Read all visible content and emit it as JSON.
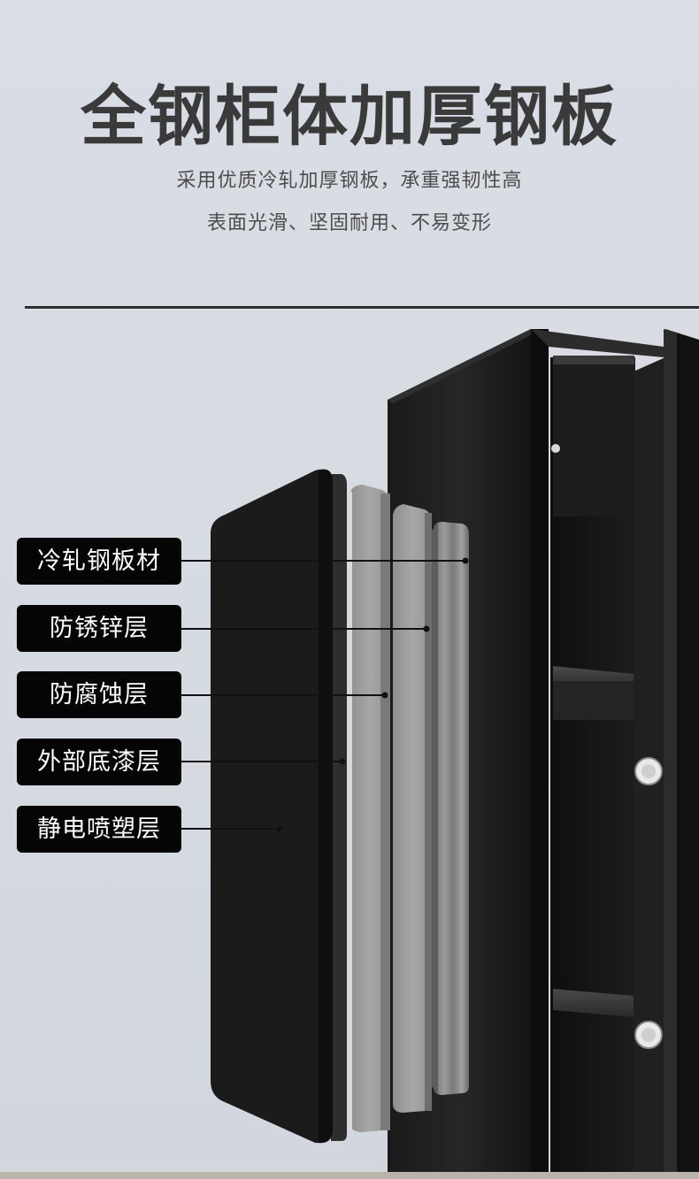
{
  "header": {
    "title": "全钢柜体加厚钢板",
    "subtitle_line1": "采用优质冷轧加厚钢板，承重强韧性高",
    "subtitle_line2": "表面光滑、坚固耐用、不易变形"
  },
  "layers": [
    {
      "label": "冷轧钢板材"
    },
    {
      "label": "防锈锌层"
    },
    {
      "label": "防腐蚀层"
    },
    {
      "label": "外部底漆层"
    },
    {
      "label": "静电喷塑层"
    }
  ],
  "colors": {
    "background": "#d8dce3",
    "label_bg": "#050505",
    "label_text": "#ffffff",
    "cabinet": "#151515"
  }
}
